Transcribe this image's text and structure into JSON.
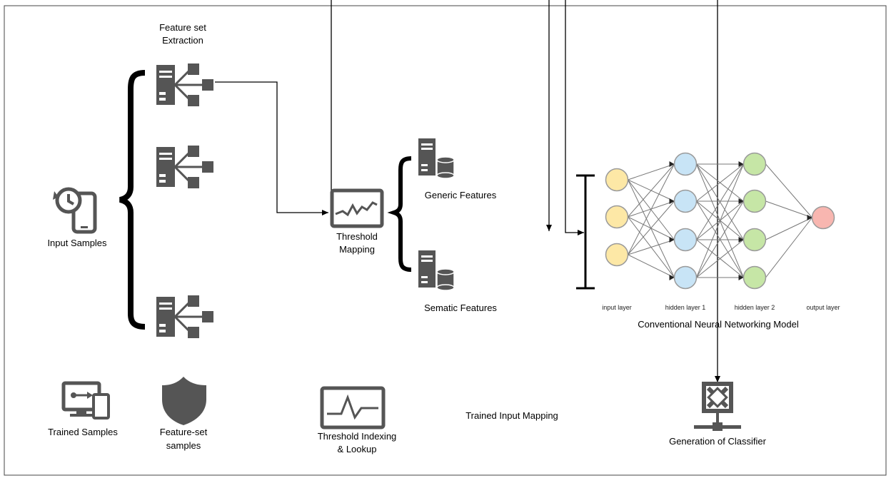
{
  "labels": {
    "feature_set_extraction_1": "Feature set",
    "feature_set_extraction_2": "Extraction",
    "input_samples": "Input Samples",
    "threshold_mapping_1": "Threshold",
    "threshold_mapping_2": "Mapping",
    "generic_features": "Generic Features",
    "sematic_features": "Sematic Features",
    "input_layer": "input layer",
    "hidden_layer_1": "hidden layer 1",
    "hidden_layer_2": "hidden layer 2",
    "output_layer": "output layer",
    "model_caption": "Conventional Neural Networking Model",
    "trained_samples": "Trained Samples",
    "feature_set_samples_1": "Feature-set",
    "feature_set_samples_2": "samples",
    "threshold_indexing_1": "Threshold Indexing",
    "threshold_indexing_2": "& Lookup",
    "trained_input_mapping": "Trained Input Mapping",
    "generation_of_classifier": "Generation of Classifier"
  },
  "colors": {
    "icon": "#555555",
    "line": "#000000",
    "nn_input": "#fde8a6",
    "nn_hidden1": "#c8e4f6",
    "nn_hidden2": "#c6e6a6",
    "nn_output": "#f8b6b0",
    "nn_edge": "#777777"
  },
  "icons": {
    "input_samples": "mobile-history-icon",
    "extraction_nodes": "server-network-icon",
    "threshold": "monitor-chart-icon",
    "feature_stores": "server-database-icon",
    "trained_samples": "monitor-transfer-icon",
    "feature_set_samples": "shield-icon",
    "threshold_indexing": "monitor-pulse-icon",
    "classifier": "network-hub-icon"
  }
}
